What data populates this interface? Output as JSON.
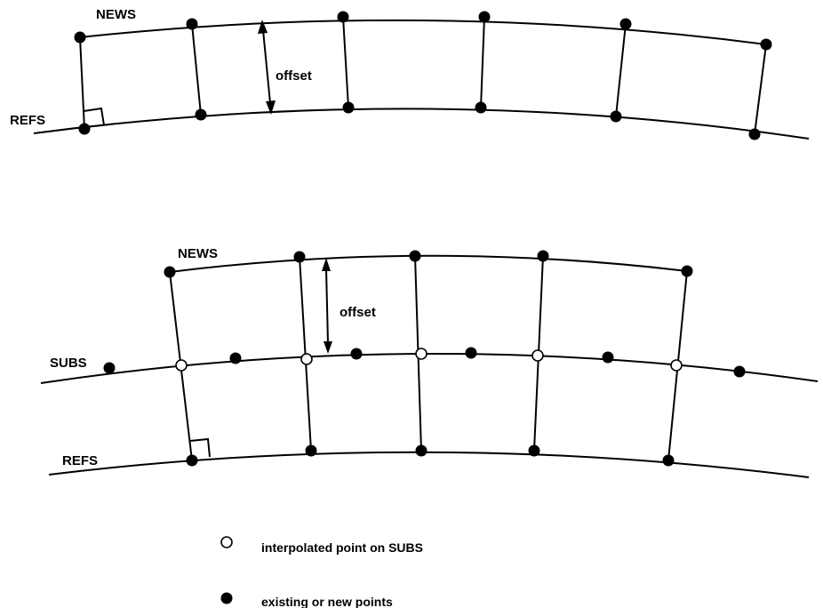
{
  "labels": {
    "news": "NEWS",
    "refs": "REFS",
    "subs": "SUBS",
    "offset": "offset"
  },
  "legend": {
    "open_point": "interpolated point on SUBS",
    "filled_point": "existing or new points"
  },
  "colors": {
    "line": "#000000",
    "background": "#ffffff"
  }
}
